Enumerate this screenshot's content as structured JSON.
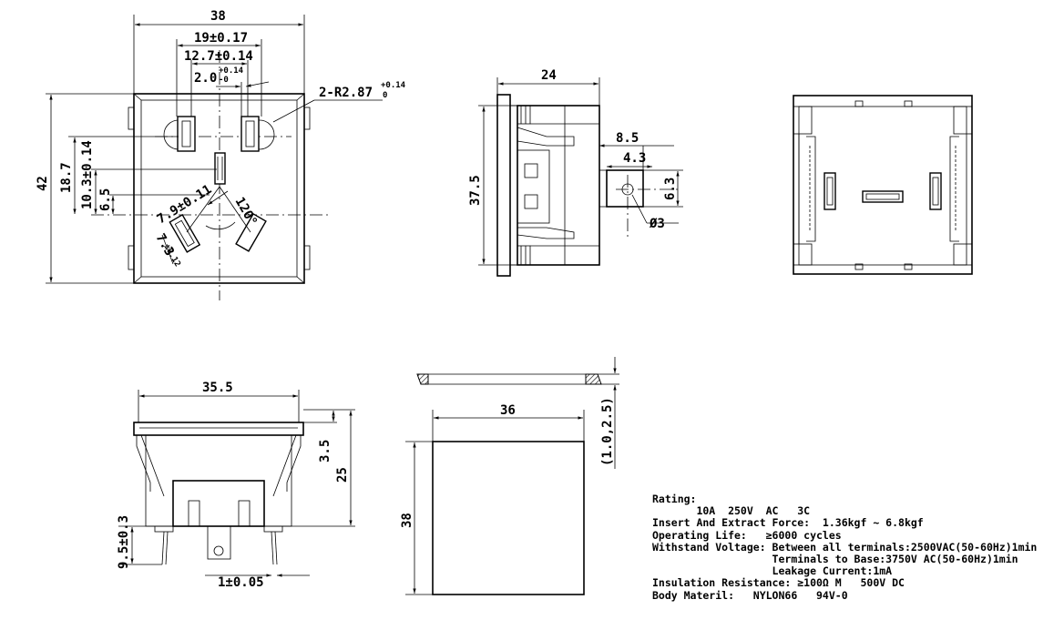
{
  "dimensions": {
    "front": {
      "width_total": "38",
      "width_19": "19±0.17",
      "width_12_7": "12.7±0.14",
      "width_2_0": "2.0",
      "tol_2_0_upper": "+0.14",
      "tol_2_0_lower": "-0",
      "radius": "2-R2.87",
      "tol_r_upper": "+0.14",
      "tol_r_lower": "0",
      "height_total": "42",
      "height_18_7": "18.7",
      "height_10_3": "10.3±0.14",
      "height_6_5": "6.5",
      "dist_7_9": "7.9±0.11",
      "angle": "120°",
      "dist_7_3": "7.3",
      "tol_7_3": "±0.12"
    },
    "side": {
      "depth": "24",
      "height": "37.5",
      "tab_8_5": "8.5",
      "tab_4_3": "4.3",
      "tab_6_3": "6.3",
      "hole": "Ø3"
    },
    "bottom": {
      "width": "35.5",
      "height_3_5": "3.5",
      "height_25": "25",
      "pin_len": "9.5±0.3",
      "pin_thick": "1±0.05"
    },
    "panel": {
      "width": "36",
      "height": "38",
      "thickness": "(1.0,2.5)"
    }
  },
  "specs": {
    "rating_label": "Rating:",
    "rating_value": "       10A  250V  AC   3C",
    "insert_extract": "Insert And Extract Force:  1.36kgf ~ 6.8kgf",
    "operating_life": "Operating Life:   ≥6000 cycles",
    "withstand_1": "Withstand Voltage: Between all terminals:2500VAC(50-60Hz)1min",
    "withstand_2": "                   Terminals to Base:3750V AC(50-60Hz)1min",
    "withstand_3": "                   Leakage Current:1mA",
    "insulation": "Insulation Resistance: ≥100Ω M   500V DC",
    "material": "Body Materil:   NYLON66   94V-0"
  }
}
